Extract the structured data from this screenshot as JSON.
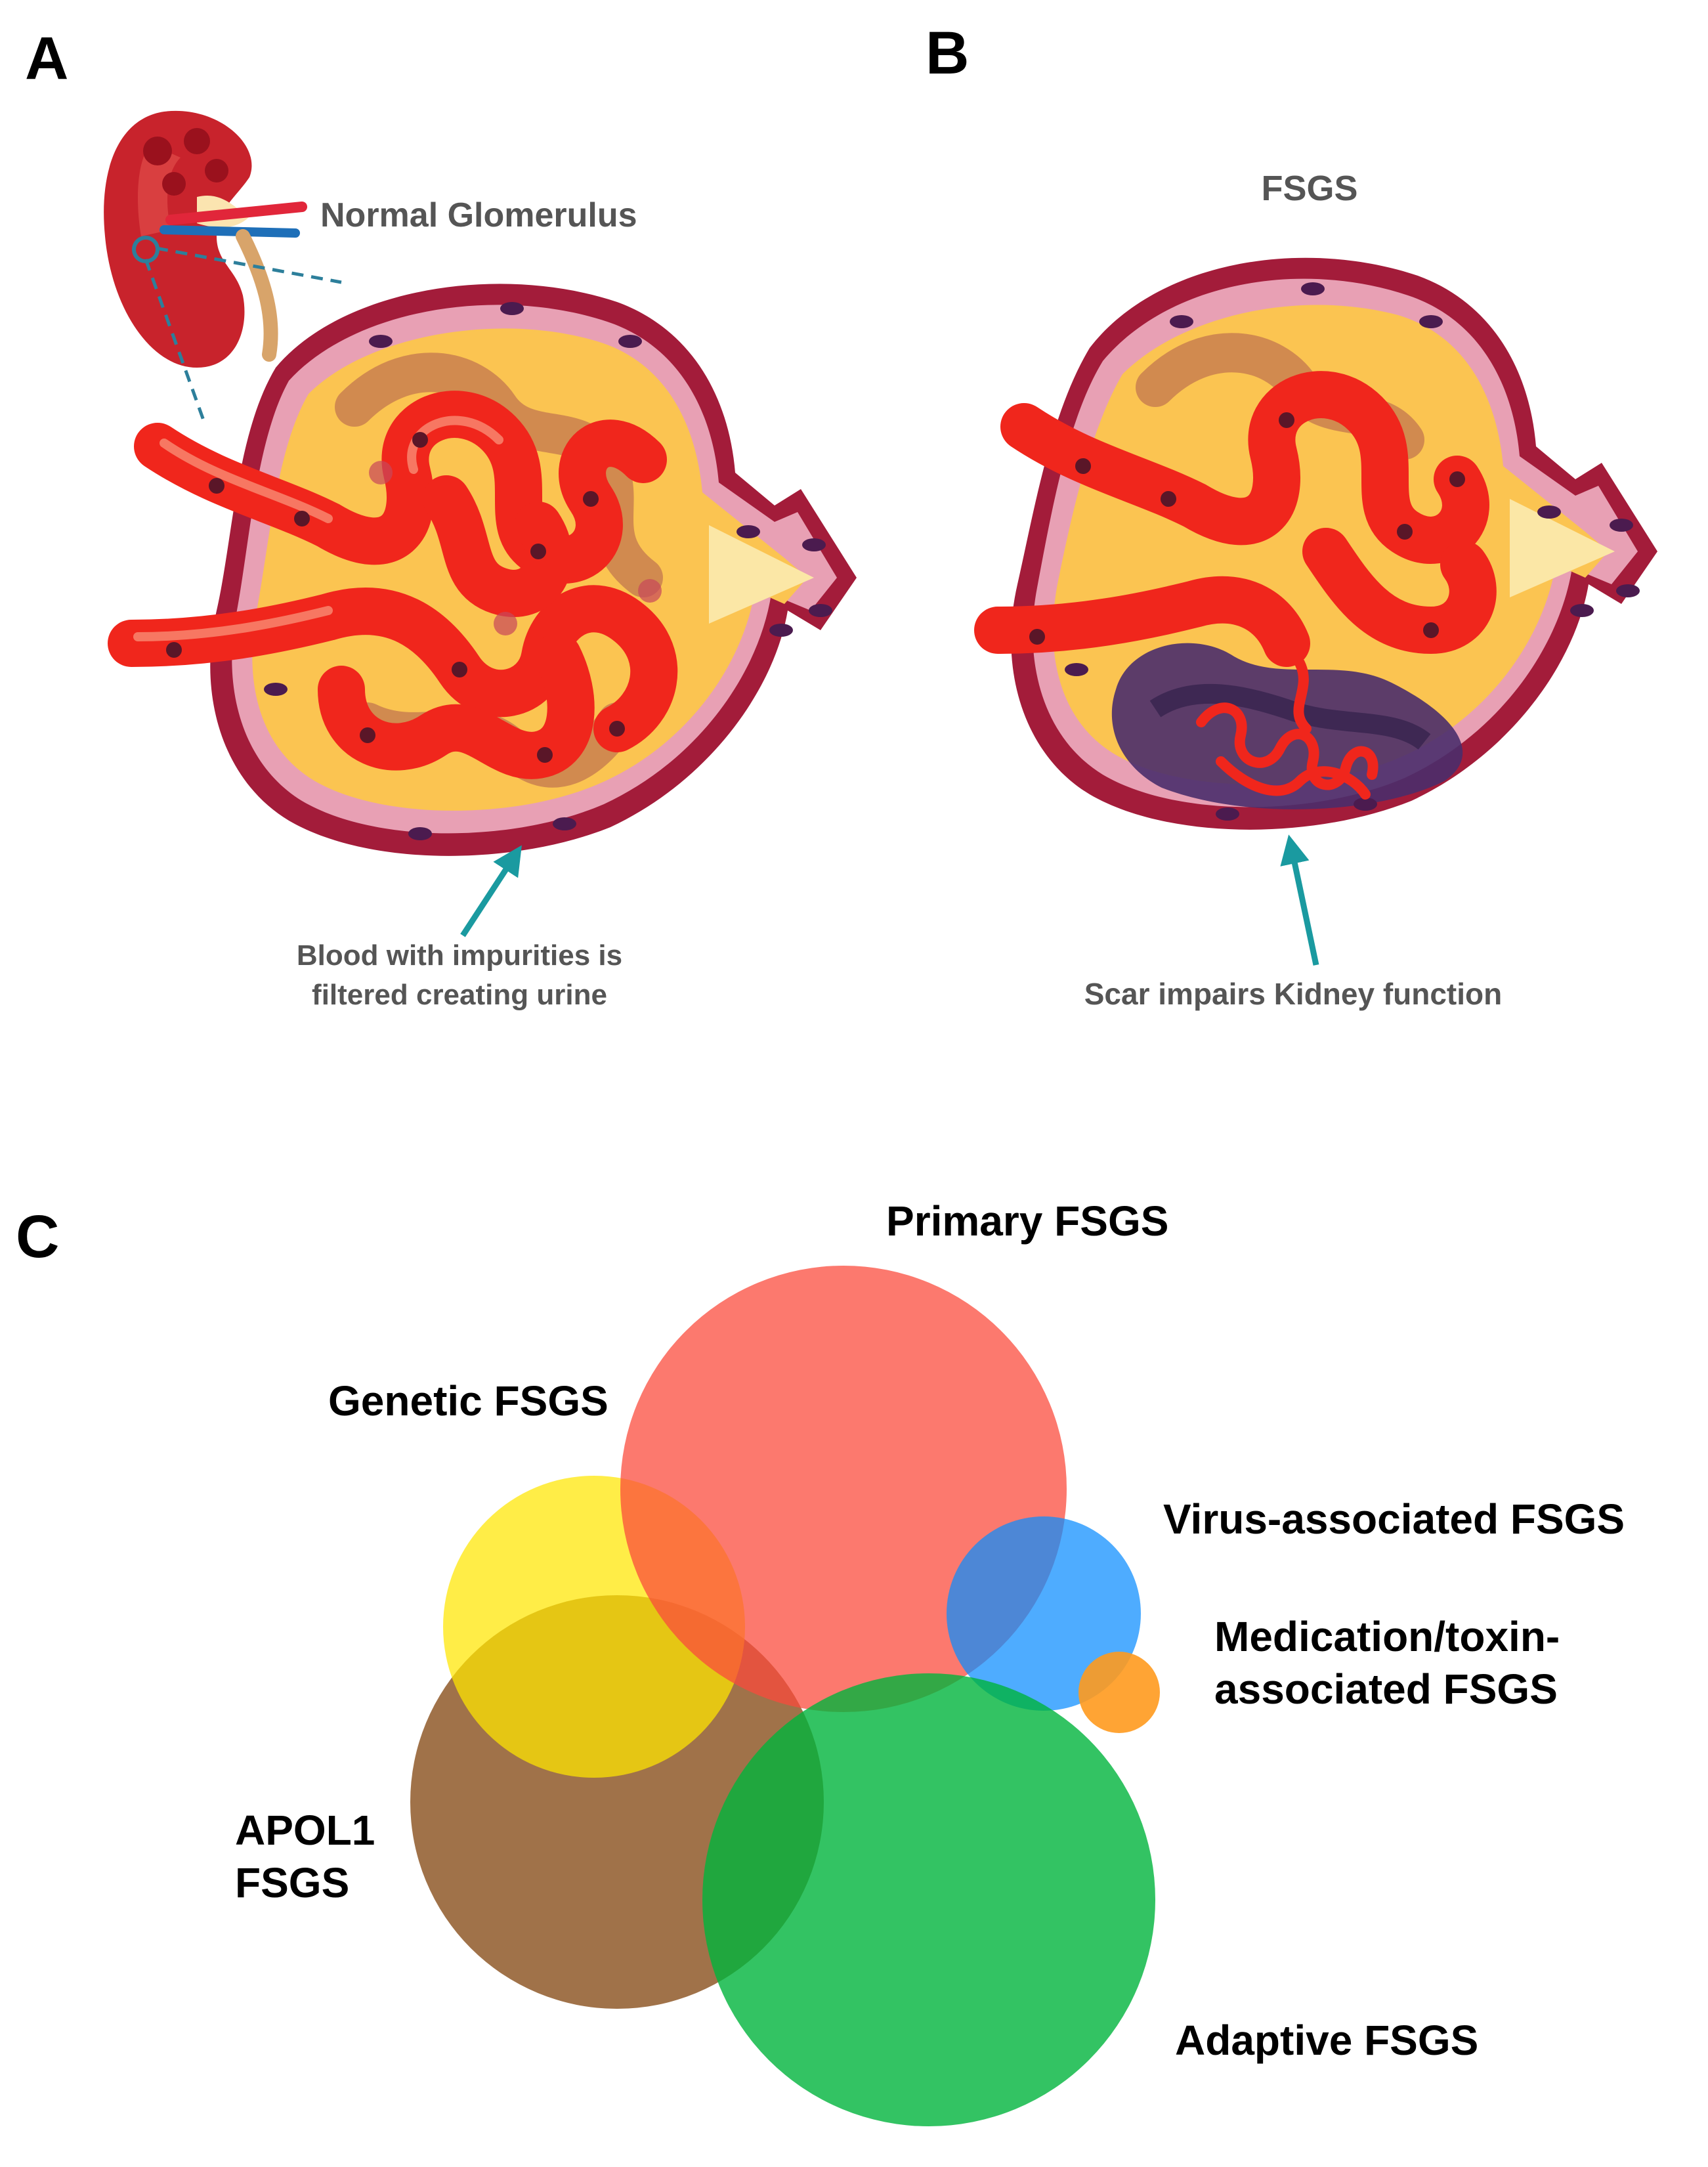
{
  "panels": {
    "a": {
      "letter": "A",
      "label": "Normal Glomerulus",
      "caption_line1": "Blood with impurities is",
      "caption_line2": "filtered creating urine"
    },
    "b": {
      "letter": "B",
      "title": "FSGS",
      "caption": "Scar impairs Kidney function"
    },
    "c": {
      "letter": "C"
    }
  },
  "venn": {
    "sets": [
      {
        "key": "primary",
        "label_lines": [
          "Primary FSGS"
        ],
        "color": "#fb4a3c"
      },
      {
        "key": "genetic",
        "label_lines": [
          "Genetic FSGS"
        ],
        "color": "#ffe600"
      },
      {
        "key": "virus",
        "label_lines": [
          "Virus-associated FSGS"
        ],
        "color": "#0a8cff"
      },
      {
        "key": "medication",
        "label_lines": [
          "Medication/toxin-",
          "associated FSGS"
        ],
        "color": "#ff9a1e"
      },
      {
        "key": "apol1",
        "label_lines": [
          "APOL1",
          "FSGS"
        ],
        "color": "#9b6a3f"
      },
      {
        "key": "adaptive",
        "label_lines": [
          "Adaptive FSGS"
        ],
        "color": "#00b43c"
      }
    ]
  },
  "colors": {
    "capsule_outer": "#a31c3a",
    "capsule_wall": "#e8a0b4",
    "filtrate": "#fbc451",
    "capillary": "#f0261c",
    "capillary_back": "#c9804f",
    "nucleus": "#5a1628",
    "scar": "#4a2d6b",
    "arrow_teal": "#1a9aa0",
    "kidney": "#c8232c"
  }
}
